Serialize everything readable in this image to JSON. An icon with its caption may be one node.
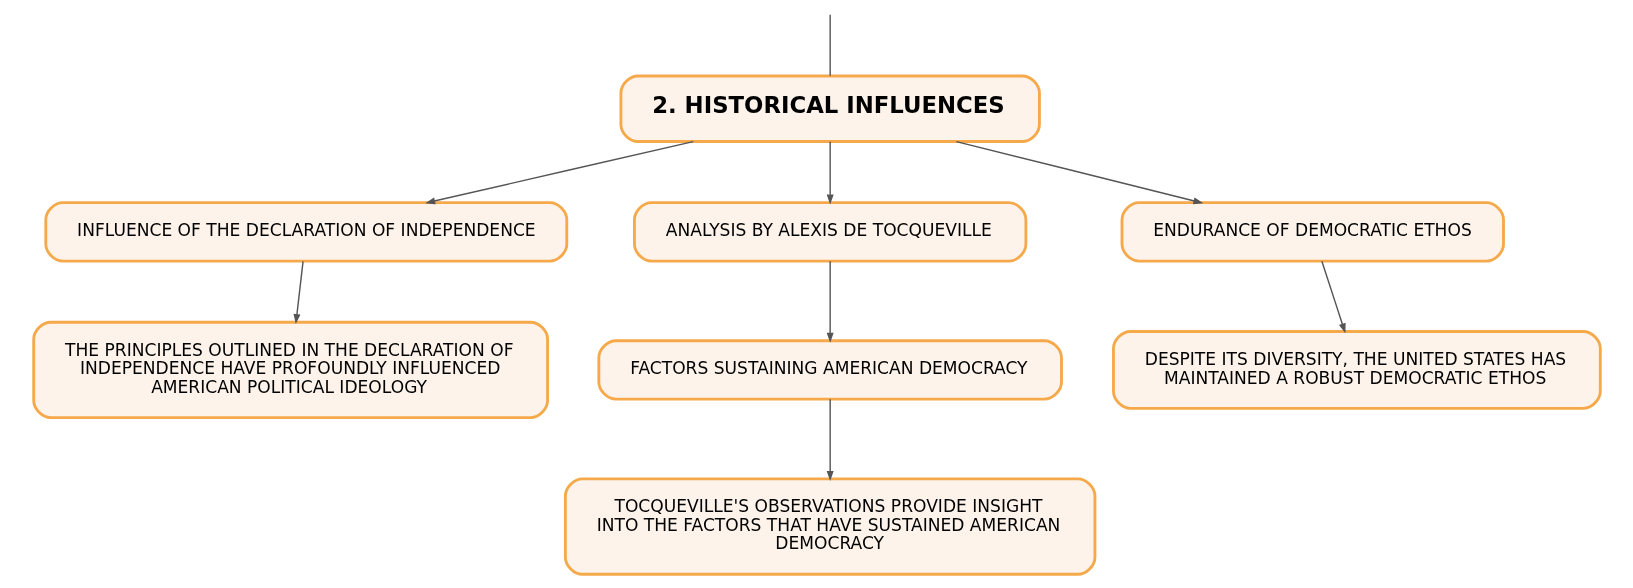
{
  "diagram": {
    "nodes": [
      {
        "text": [
          "2. HISTORICAL INFLUENCES"
        ]
      },
      {
        "text": [
          "INFLUENCE OF THE DECLARATION OF INDEPENDENCE"
        ]
      },
      {
        "text": [
          "THE PRINCIPLES OUTLINED IN THE DECLARATION OF INDEPENDENCE HAVE PROFOUNDLY INFLUENCED AMERICAN POLITICAL IDEOLOGY"
        ]
      },
      {
        "text": [
          "ANALYSIS BY ALEXIS DE TOCQUEVILLE"
        ]
      },
      {
        "text": [
          "FACTORS SUSTAINING AMERICAN DEMOCRACY"
        ]
      },
      {
        "text": [
          "TOCQUEVILLE'S OBSERVATIONS PROVIDE INSIGHT INTO THE FACTORS THAT HAVE SUSTAINED AMERICAN DEMOCRACY"
        ]
      },
      {
        "text": [
          "ENDURANCE OF DEMOCRATIC ETHOS"
        ]
      },
      {
        "text": [
          "DESPITE ITS DIVERSITY, THE UNITED STATES HAS MAINTAINED A ROBUST DEMOCRATIC ETHOS"
        ]
      }
    ],
    "edges": [
      {
        "from": null,
        "to": 0,
        "arrow": "none"
      },
      {
        "from": 0,
        "to": 1,
        "arrow": "to"
      },
      {
        "from": 0,
        "to": 3,
        "arrow": "to"
      },
      {
        "from": 0,
        "to": 6,
        "arrow": "to"
      },
      {
        "from": 1,
        "to": 2,
        "arrow": "to"
      },
      {
        "from": 3,
        "to": 4,
        "arrow": "to"
      },
      {
        "from": 4,
        "to": 5,
        "arrow": "to"
      },
      {
        "from": 6,
        "to": 7,
        "arrow": "to"
      }
    ]
  }
}
